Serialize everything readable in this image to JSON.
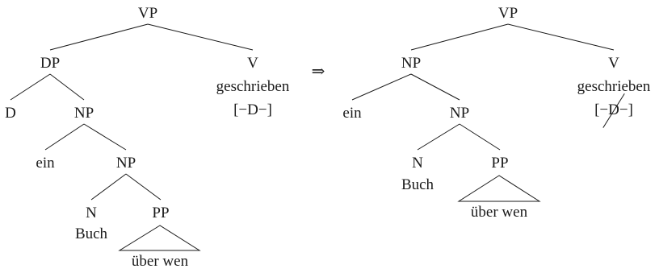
{
  "trees": [
    {
      "nodes": [
        {
          "id": "vp",
          "label": "VP"
        },
        {
          "id": "dp",
          "label": "DP"
        },
        {
          "id": "v",
          "label": "V"
        },
        {
          "id": "v-word",
          "label": "geschrieben"
        },
        {
          "id": "v-feat",
          "label": "[−D−]"
        },
        {
          "id": "d",
          "label": "D"
        },
        {
          "id": "np1",
          "label": "NP"
        },
        {
          "id": "ein",
          "label": "ein"
        },
        {
          "id": "np2",
          "label": "NP"
        },
        {
          "id": "n",
          "label": "N"
        },
        {
          "id": "buch",
          "label": "Buch"
        },
        {
          "id": "pp",
          "label": "PP"
        },
        {
          "id": "pp-word",
          "label": "über wen"
        }
      ]
    },
    {
      "nodes": [
        {
          "id": "vp",
          "label": "VP"
        },
        {
          "id": "np1",
          "label": "NP"
        },
        {
          "id": "v",
          "label": "V"
        },
        {
          "id": "v-word",
          "label": "geschrieben"
        },
        {
          "id": "v-feat",
          "label": "[−D−]"
        },
        {
          "id": "ein",
          "label": "ein"
        },
        {
          "id": "np2",
          "label": "NP"
        },
        {
          "id": "n",
          "label": "N"
        },
        {
          "id": "buch",
          "label": "Buch"
        },
        {
          "id": "pp",
          "label": "PP"
        },
        {
          "id": "pp-word",
          "label": "über wen"
        }
      ]
    }
  ],
  "arrow": "⇒"
}
